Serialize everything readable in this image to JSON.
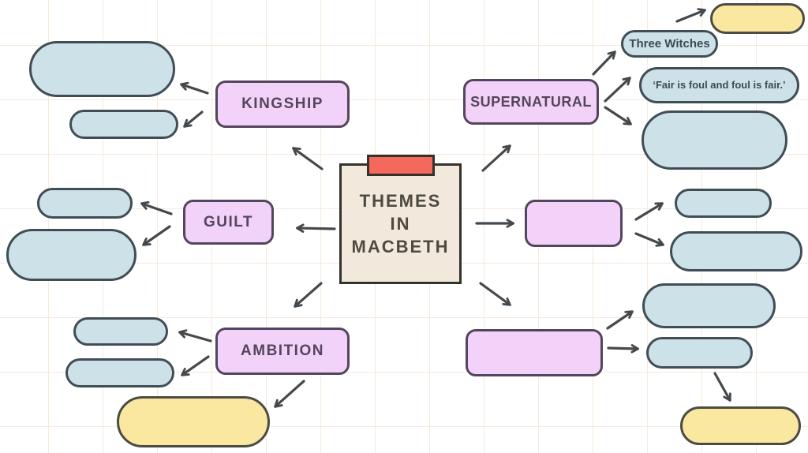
{
  "colors": {
    "background": "#FFFFFF",
    "grid_line": "#F7E9DC",
    "arrow": "#45494C",
    "node_purple": "#F3D2FA",
    "node_purple_border": "#53465C",
    "theme_text": "#53465C",
    "pill_blue": "#CDE1E9",
    "pill_blue_border": "#414D55",
    "note_text": "#3D4A52",
    "pill_yellow": "#FAE7A0",
    "pill_yellow_border": "#4C4B44",
    "center_fill": "#F2E8DB",
    "center_border": "#33312C",
    "center_tab": "#F4695C",
    "center_text": "#4C4A43"
  },
  "center": {
    "lines": [
      "THEMES",
      "IN",
      "MACBETH"
    ]
  },
  "themes": {
    "kingship": "KINGSHIP",
    "supernatural": "SUPERNATURAL",
    "guilt": "GUILT",
    "ambition": "AMBITION"
  },
  "notes": {
    "three_witches": "Three Witches",
    "quote": "‘Fair is foul and foul is fair.’"
  },
  "connections": [
    {
      "from": "central-topic",
      "to": "theme-kingship"
    },
    {
      "from": "central-topic",
      "to": "theme-guilt"
    },
    {
      "from": "central-topic",
      "to": "theme-ambition"
    },
    {
      "from": "central-topic",
      "to": "theme-supernatural"
    },
    {
      "from": "central-topic",
      "to": "theme-blank-right"
    },
    {
      "from": "central-topic",
      "to": "theme-blank-bottom"
    },
    {
      "from": "theme-kingship",
      "to": "note-blank-1"
    },
    {
      "from": "theme-kingship",
      "to": "note-blank-2"
    },
    {
      "from": "theme-guilt",
      "to": "note-blank-3"
    },
    {
      "from": "theme-guilt",
      "to": "note-blank-4"
    },
    {
      "from": "theme-ambition",
      "to": "note-blank-5"
    },
    {
      "from": "theme-ambition",
      "to": "note-blank-6"
    },
    {
      "from": "theme-ambition",
      "to": "idea-yellow-bottom-left"
    },
    {
      "from": "theme-supernatural",
      "to": "note-three-witches"
    },
    {
      "from": "theme-supernatural",
      "to": "note-quote"
    },
    {
      "from": "theme-supernatural",
      "to": "note-blank-7"
    },
    {
      "from": "note-three-witches",
      "to": "idea-yellow-top-right"
    },
    {
      "from": "theme-blank-right",
      "to": "note-blank-8"
    },
    {
      "from": "theme-blank-right",
      "to": "note-blank-9"
    },
    {
      "from": "theme-blank-bottom",
      "to": "note-blank-10"
    },
    {
      "from": "theme-blank-bottom",
      "to": "note-blank-11"
    },
    {
      "from": "note-blank-11",
      "to": "idea-yellow-bottom-right"
    }
  ]
}
